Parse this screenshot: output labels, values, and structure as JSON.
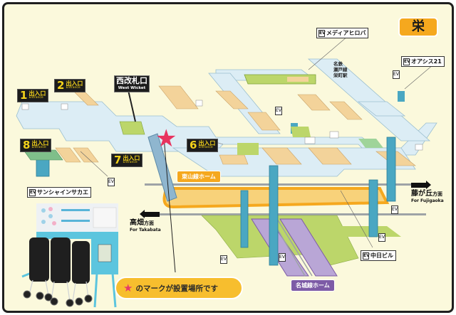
{
  "station": {
    "name": "栄",
    "badge_color": "#f5a81e"
  },
  "entrances": [
    {
      "number": "1",
      "label_ja": "出入口",
      "label_en": "Entrance"
    },
    {
      "number": "2",
      "label_ja": "出入口",
      "label_en": "Entrance"
    },
    {
      "number": "6",
      "label_ja": "出入口",
      "label_en": "Entrance"
    },
    {
      "number": "7",
      "label_ja": "出入口",
      "label_en": "Entrance"
    },
    {
      "number": "8",
      "label_ja": "出入口",
      "label_en": "Entrance"
    }
  ],
  "wicket": {
    "label_ja": "西改札口",
    "label_en": "West Wicket"
  },
  "buildings": [
    {
      "name": "メディアヒロバ",
      "icon": "elevator-icon"
    },
    {
      "name": "オアシス21",
      "icon": "elevator-icon"
    },
    {
      "name": "サンシャインサカエ",
      "icon": "elevator-icon"
    },
    {
      "name": "中日ビル",
      "icon": "elevator-icon"
    }
  ],
  "connection": {
    "line1": "名鉄",
    "line2": "瀬戸線",
    "line3": "栄町駅"
  },
  "platforms": {
    "higashiyama": {
      "label": "東山線ホーム",
      "color": "#f5a81e"
    },
    "meijo": {
      "label": "名城線ホーム",
      "color": "#7d5ba6"
    }
  },
  "directions": {
    "fujigaoka": {
      "ja": "藤が丘",
      "suffix": "方面",
      "en": "For Fujigaoka",
      "arrow": "right"
    },
    "takabata": {
      "ja": "高畑",
      "suffix": "方面",
      "en": "For Takabata",
      "arrow": "left"
    }
  },
  "note": {
    "star": "★",
    "text": "のマークが設置場所です"
  },
  "marker": {
    "symbol": "★",
    "color": "#e8335f"
  },
  "elevator_glyph": "EV",
  "colors": {
    "background": "#fbf9dc",
    "concourse": "#dcedf5",
    "shops": "#f3d39a",
    "mezzanine": "#bcd66a",
    "column": "#4aa7c2",
    "platform_purple": "#b9a6d6"
  }
}
